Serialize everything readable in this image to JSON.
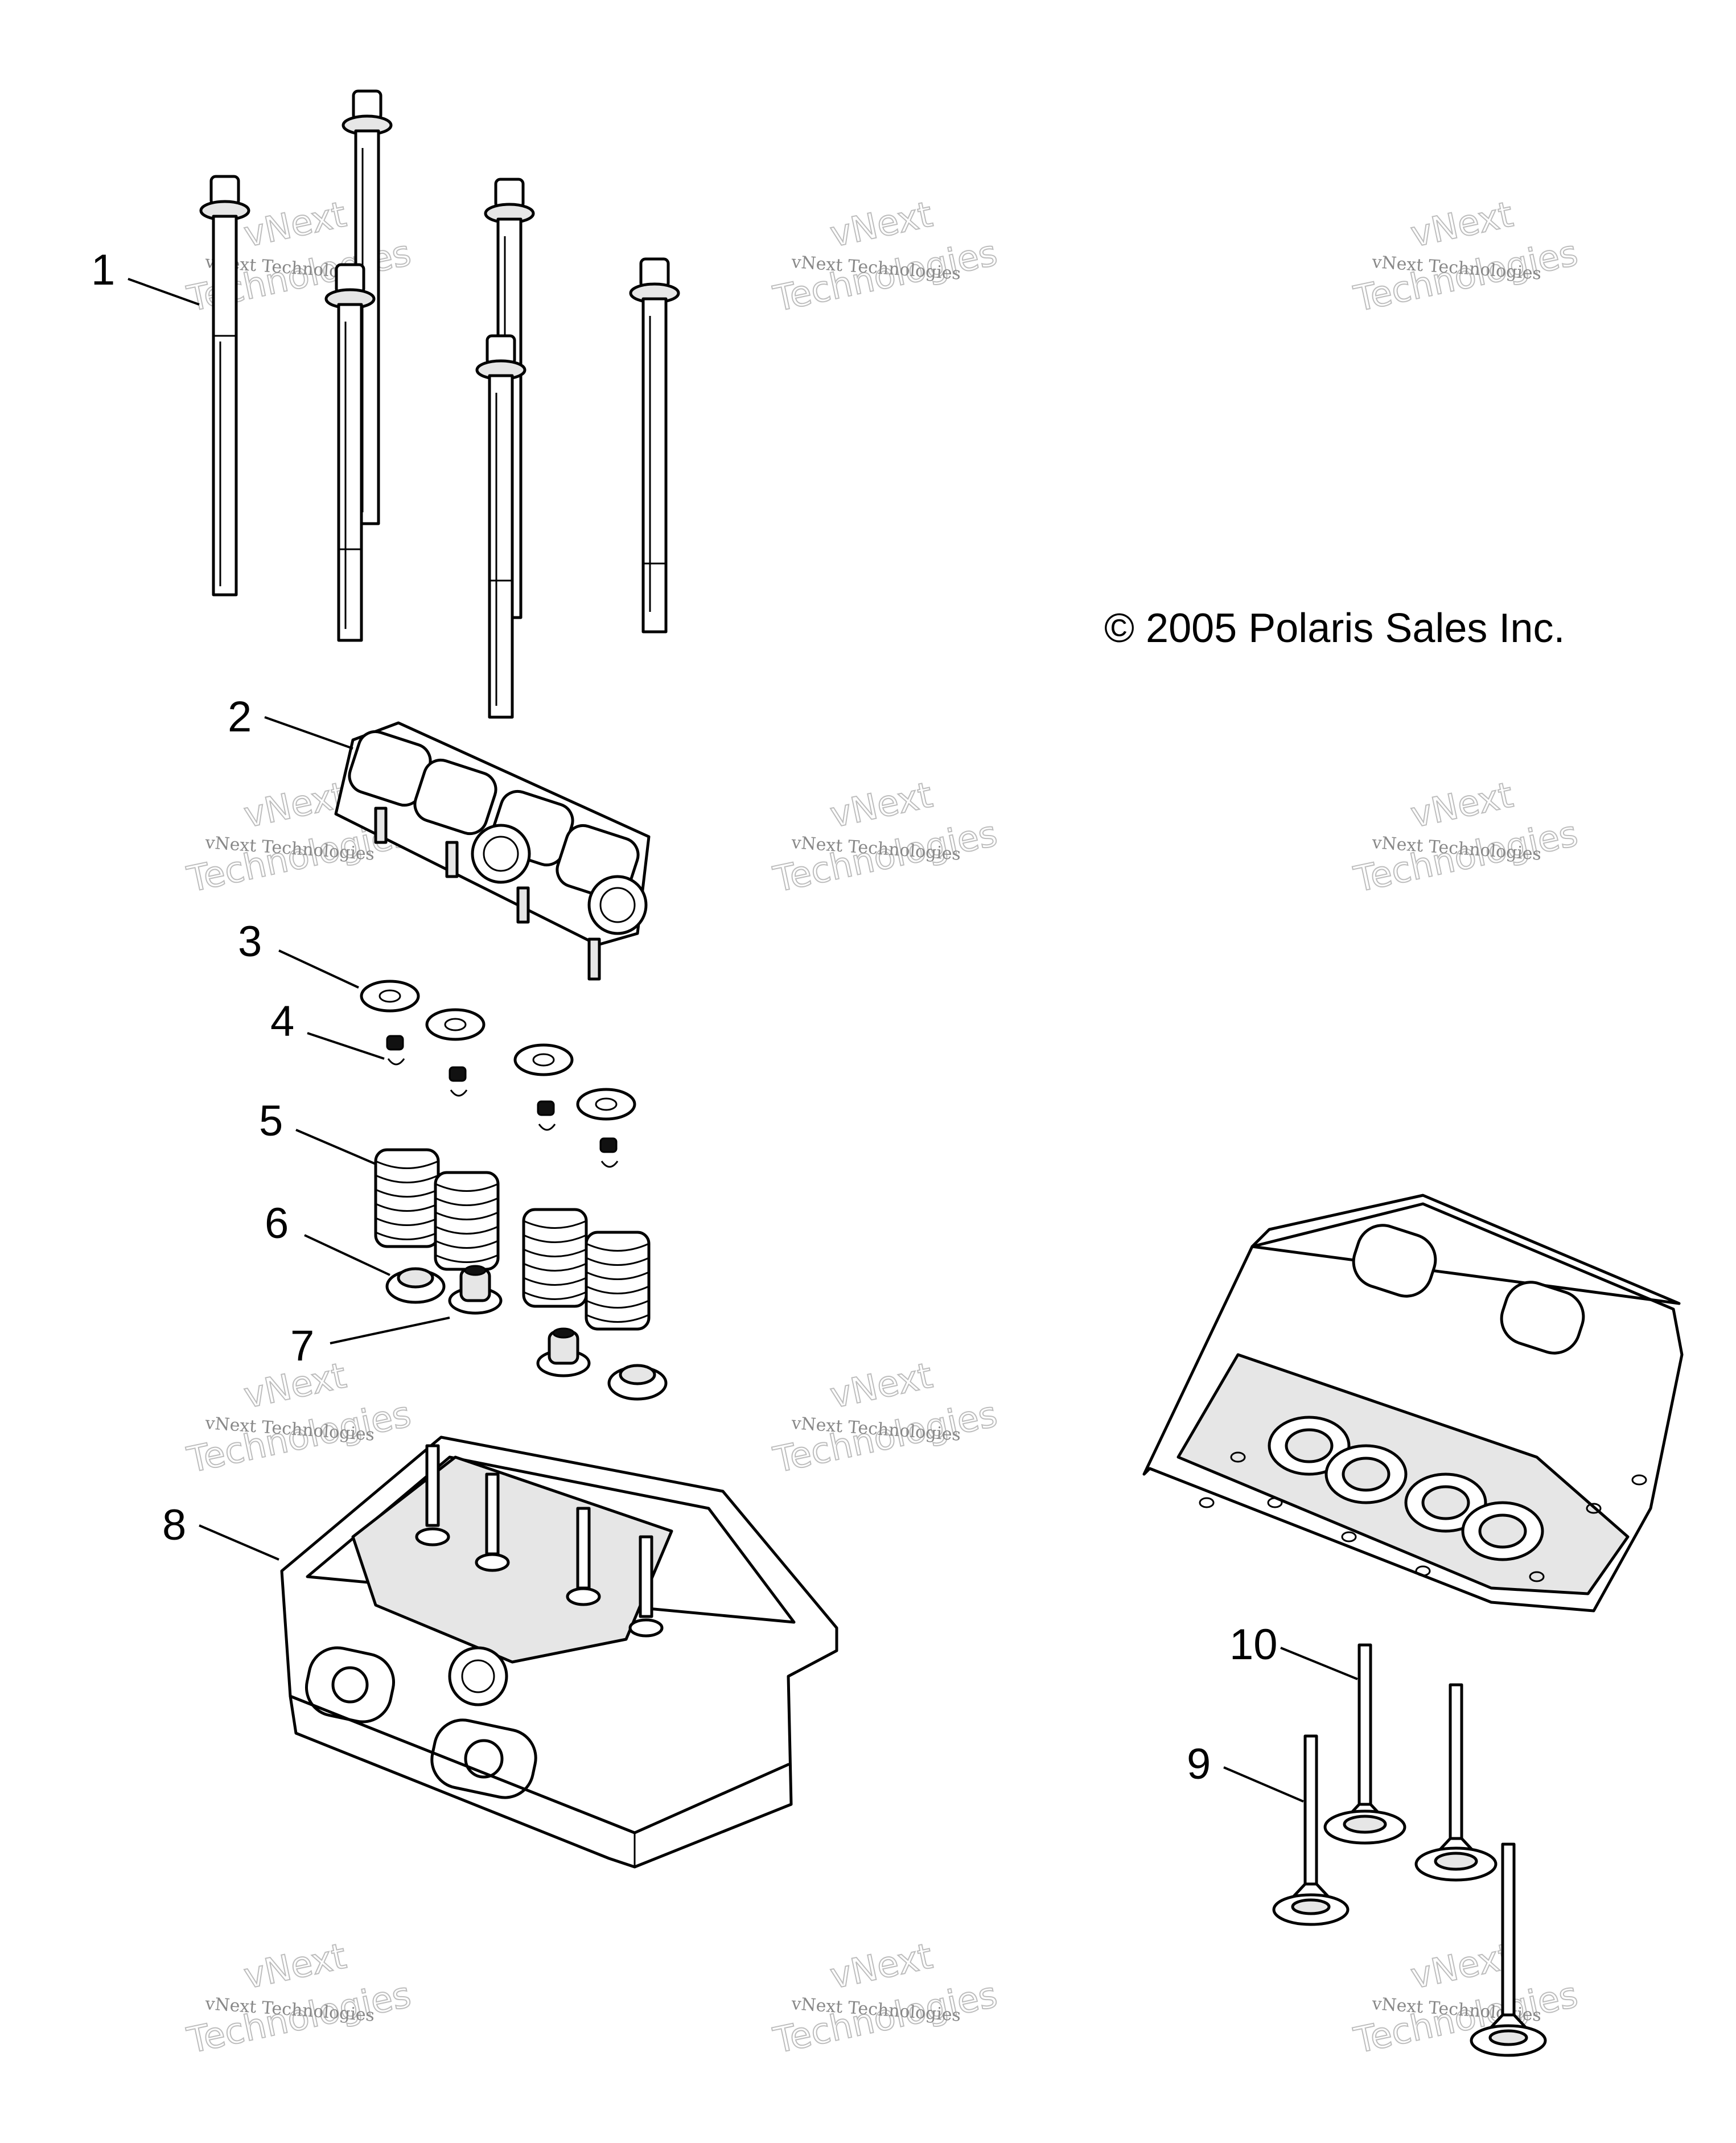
{
  "copyright": "© 2005 Polaris Sales Inc.",
  "watermark": {
    "line1": "vNext Technologies",
    "line2": "vNext",
    "line3": "Technologies"
  },
  "callouts": [
    "1",
    "2",
    "3",
    "4",
    "5",
    "6",
    "7",
    "8",
    "9",
    "10"
  ],
  "colors": {
    "line": "#000000",
    "background": "#ffffff",
    "watermark": "#bdbdbd"
  }
}
